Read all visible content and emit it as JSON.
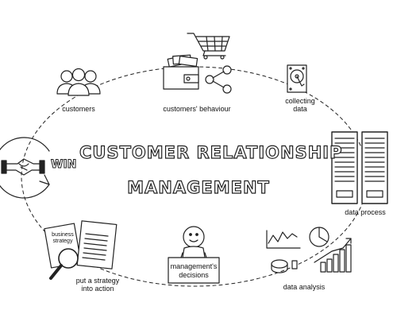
{
  "title_line1": "CUSTOMER RELATIONSHIP",
  "title_line2": "MANAGEMENT",
  "nodes": {
    "customers": "customers",
    "customers_behaviour": "customers' behaviour",
    "collecting_data_line1": "collecting",
    "collecting_data_line2": "data",
    "data_process": "data process",
    "data_analysis": "data analysis",
    "management_decisions_line1": "management's",
    "management_decisions_line2": "decisions",
    "strategy_line1": "put a strategy",
    "strategy_line2": "into action",
    "business_strategy_line1": "business",
    "business_strategy_line2": "strategy",
    "win": "WIN"
  },
  "icons": [
    "shopping-cart-icon",
    "people-icon",
    "wallet-icon",
    "share-icon",
    "hard-drive-icon",
    "server-rack-icon",
    "chart-icon",
    "person-icon",
    "document-icon",
    "magnifier-icon",
    "handshake-icon"
  ]
}
